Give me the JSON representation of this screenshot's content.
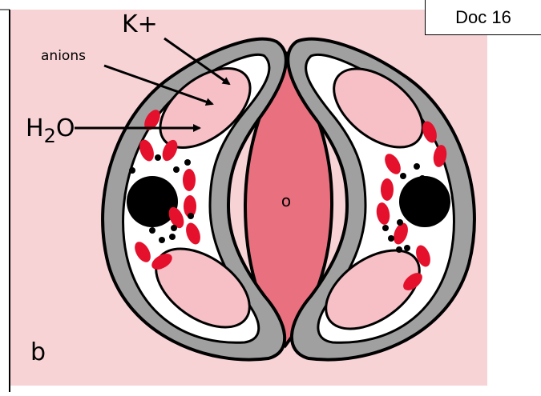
{
  "doc_label": "Doc 16",
  "panel_letter": "b",
  "center_label": "o",
  "labels": {
    "k_plus": "K+",
    "anions": "anions",
    "h2o_main": "H",
    "h2o_sub": "2",
    "h2o_end": "O"
  },
  "colors": {
    "background": "#f8d3d6",
    "pore": "#e9707f",
    "wall": "#a0a0a0",
    "vacuole": "#f6c0c6",
    "chloroplast": "#e5102c",
    "nucleus": "#000000"
  }
}
